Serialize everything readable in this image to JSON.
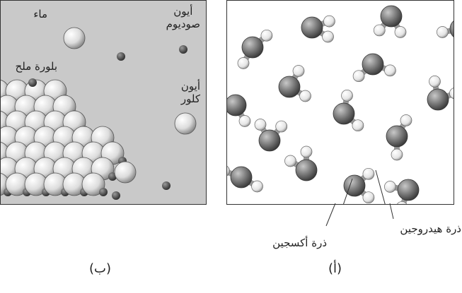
{
  "panel_b": {
    "caption": "(ب)",
    "labels": {
      "water": "ماء",
      "sodium_ion_line1": "أيون",
      "sodium_ion_line2": "صوديوم",
      "salt_crystal": "بلورة ملح",
      "chloride_ion_line1": "أيون",
      "chloride_ion_line2": "كلور"
    }
  },
  "panel_a": {
    "caption": "(أ)",
    "labels": {
      "oxygen_atom": "ذرة أكسجين",
      "hydrogen_atom": "ذرة هيدروجين"
    }
  },
  "colors": {
    "panel_b_background": "#c9c9c9",
    "oxygen": "#6d6d6d",
    "hydrogen": "#f0f0f0",
    "chloride": "#ececec",
    "sodium": "#4d4d4d"
  }
}
